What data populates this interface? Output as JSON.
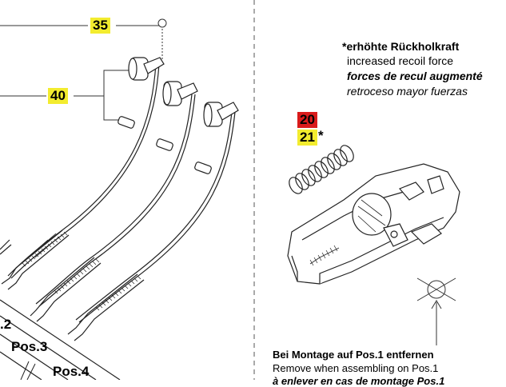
{
  "callouts": {
    "c35": "35",
    "c40": "40",
    "c20": "20",
    "c21": "21",
    "star": "*"
  },
  "note_recoil": {
    "de": "*erhöhte Rückholkraft",
    "en": "increased recoil force",
    "fr": "forces de recul augmenté",
    "es": "retroceso mayor fuerzas"
  },
  "note_assembly": {
    "de": "Bei Montage auf Pos.1 entfernen",
    "en": "Remove when assembling on Pos.1",
    "fr_partial": "à enlever en cas de montage Pos.1"
  },
  "positions": {
    "p2": ".2",
    "p3": "Pos.3",
    "p4": "Pos.4"
  },
  "colors": {
    "callout_yellow": "#f3ec2f",
    "callout_red": "#d91b1b",
    "line": "#222222"
  }
}
